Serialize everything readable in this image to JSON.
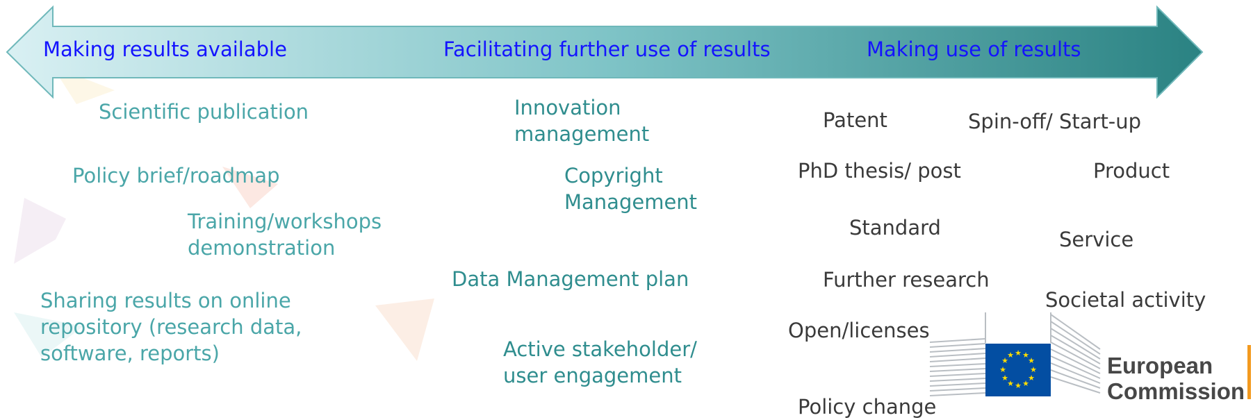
{
  "arrow": {
    "labels": [
      "Making results available",
      "Facilitating further use of results",
      "Making use of results"
    ],
    "colors": {
      "start": "#d9f0f3",
      "mid": "#7fc4c7",
      "end": "#2a8282",
      "label": "#1414ff"
    }
  },
  "left_column": [
    "Scientific publication",
    "Policy brief/roadmap",
    "Training/workshops\ndemonstration",
    "Sharing results on online\nrepository (research data,\nsoftware, reports)"
  ],
  "middle_column": [
    "Innovation\nmanagement",
    "Copyright\nManagement",
    "Data Management plan",
    "Active stakeholder/\nuser engagement"
  ],
  "right_column": [
    "Patent",
    "Spin-off/ Start-up",
    "PhD thesis/ post",
    "Product",
    "Standard",
    "Service",
    "Further research",
    "Societal activity",
    "Open/licenses",
    "Policy change"
  ],
  "logo": {
    "text": "European\nCommission",
    "colors": {
      "flag": "#034ea2",
      "stars": "#ffdd00",
      "accent": "#f39a1f"
    }
  }
}
